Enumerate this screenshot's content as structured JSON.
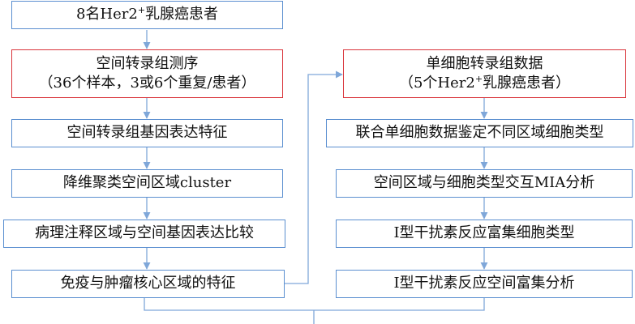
{
  "colors": {
    "box_border": "#5b8fd0",
    "highlight_border": "#d9343a",
    "connector": "#7fa7d9",
    "text": "#111111"
  },
  "left_column": {
    "step1": {
      "pre": "8名Her2",
      "sup": "+",
      "post": "乳腺癌患者"
    },
    "step2": {
      "line1": "空间转录组测序",
      "line2": "（36个样本，3或6个重复/患者）"
    },
    "step3": {
      "text": "空间转录组基因表达特征"
    },
    "step4": {
      "text": "降维聚类空间区域cluster"
    },
    "step5": {
      "text": "病理注释区域与空间基因表达比较"
    },
    "step6": {
      "text": "免疫与肿瘤核心区域的特征"
    }
  },
  "right_column": {
    "step1": {
      "line1": "单细胞转录组数据",
      "line2_pre": "（5个Her2",
      "line2_sup": "+",
      "line2_post": "乳腺癌患者）"
    },
    "step2": {
      "text": "联合单细胞数据鉴定不同区域细胞类型"
    },
    "step3": {
      "text": "空间区域与细胞类型交互MIA分析"
    },
    "step4": {
      "text": "I型干扰素反应富集细胞类型"
    },
    "step5": {
      "text": "I型干扰素反应空间富集分析"
    }
  }
}
